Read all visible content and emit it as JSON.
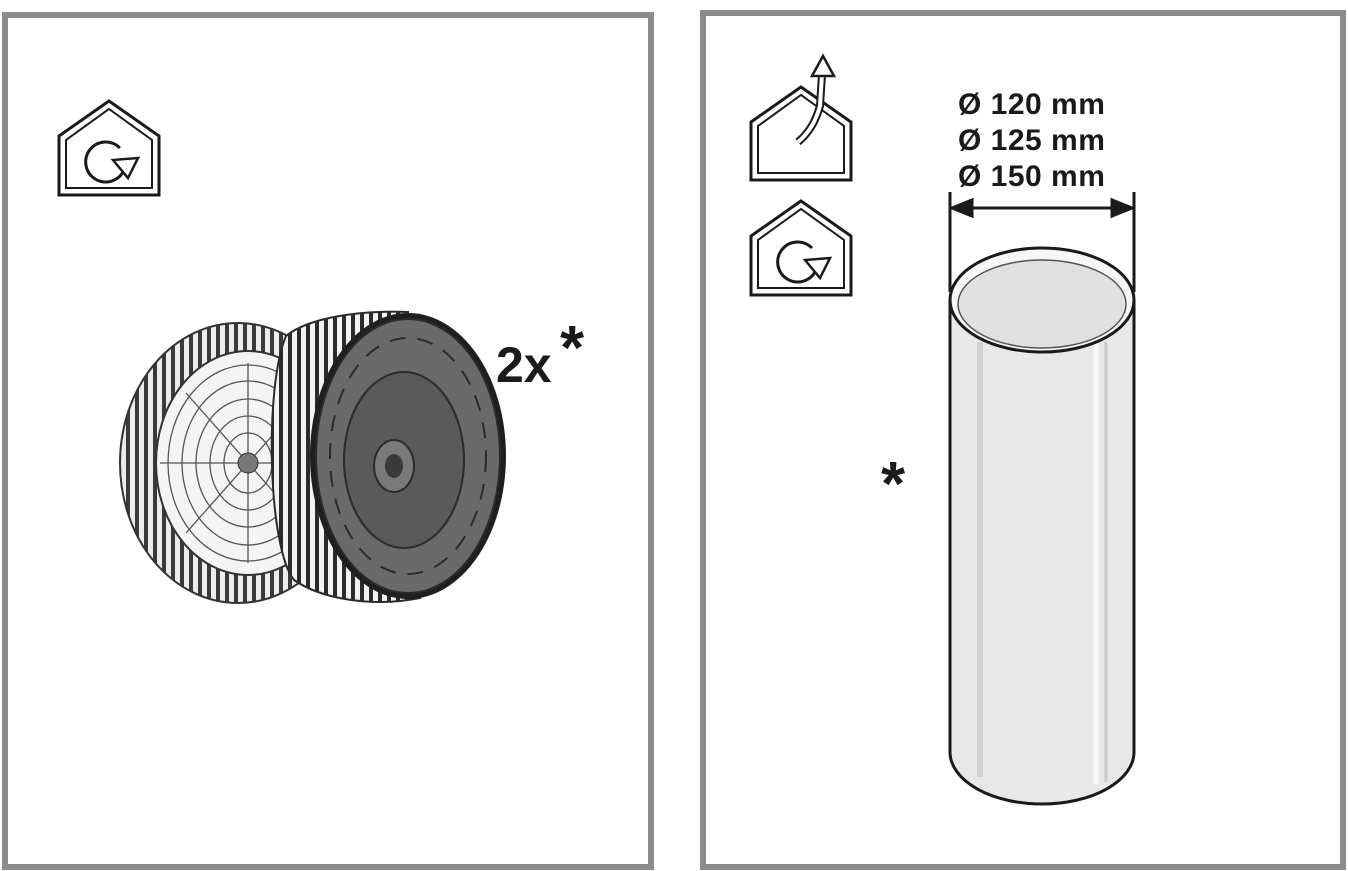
{
  "left_panel": {
    "icon": "recirculation-icon",
    "quantity_label": "2x",
    "asterisk": "*"
  },
  "right_panel": {
    "icons": [
      "extraction-icon",
      "recirculation-icon"
    ],
    "diameters": [
      "Ø 120 mm",
      "Ø 125 mm",
      "Ø 150 mm"
    ],
    "asterisk": "*"
  },
  "colors": {
    "frame": "#8c8c8c",
    "ink": "#1a1a1a",
    "filter_face": "#5f5f5f",
    "tube_fill": "#e6e6e6"
  }
}
